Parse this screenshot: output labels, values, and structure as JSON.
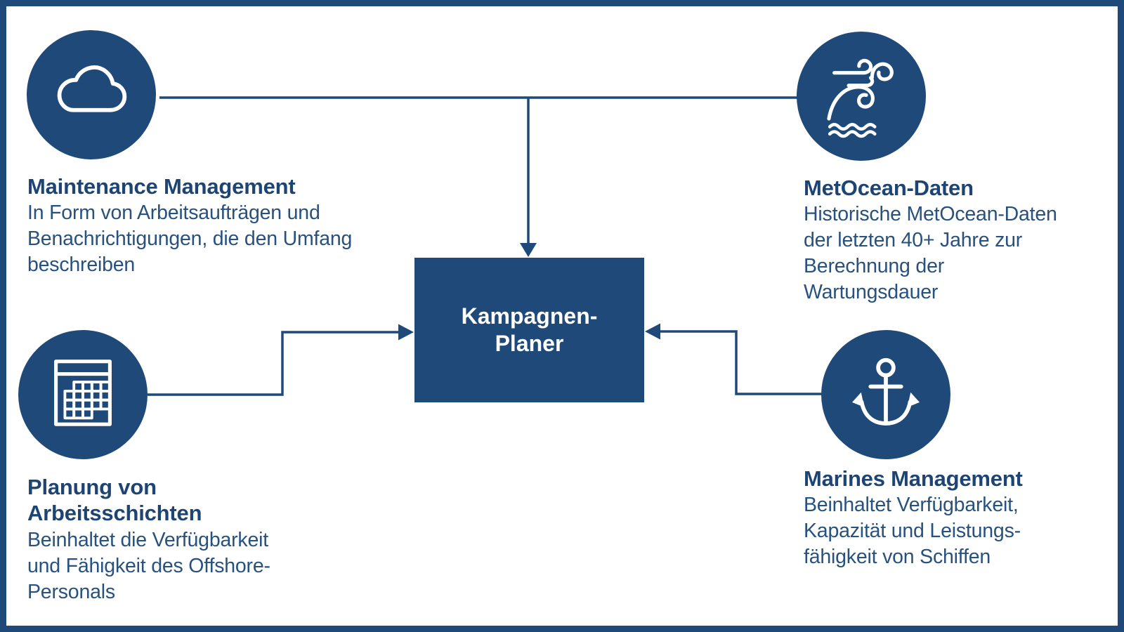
{
  "colors": {
    "navy": "#1E4979",
    "heading_text": "#1D4473",
    "body_text": "#27517F",
    "background": "#FFFFFF",
    "center_box_text": "#FFFFFF"
  },
  "center_box": {
    "label_lines": [
      "Kampagnen-",
      "Planer"
    ]
  },
  "nodes": [
    {
      "id": "maintenance",
      "icon": "cloud-icon",
      "title_lines": [
        "Maintenance Management"
      ],
      "body_lines": [
        "In Form von Arbeitsaufträgen und",
        "Benachrichtigungen, die den Umfang",
        "beschreiben"
      ]
    },
    {
      "id": "metocean",
      "icon": "wind-wave-icon",
      "title_lines": [
        "MetOcean-Daten"
      ],
      "body_lines": [
        "Historische MetOcean-Daten",
        "der letzten 40+ Jahre zur",
        "Berechnung der",
        "Wartungsdauer"
      ]
    },
    {
      "id": "shifts",
      "icon": "calendar-icon",
      "title_lines": [
        "Planung von",
        "Arbeitsschichten"
      ],
      "body_lines": [
        "Beinhaltet die Verfügbarkeit",
        "und Fähigkeit des Offshore-",
        "Personals"
      ]
    },
    {
      "id": "marine",
      "icon": "anchor-icon",
      "title_lines": [
        "Marines Management"
      ],
      "body_lines": [
        "Beinhaltet Verfügbarkeit,",
        "Kapazität und Leistungs-",
        "fähigkeit von Schiffen"
      ]
    }
  ]
}
